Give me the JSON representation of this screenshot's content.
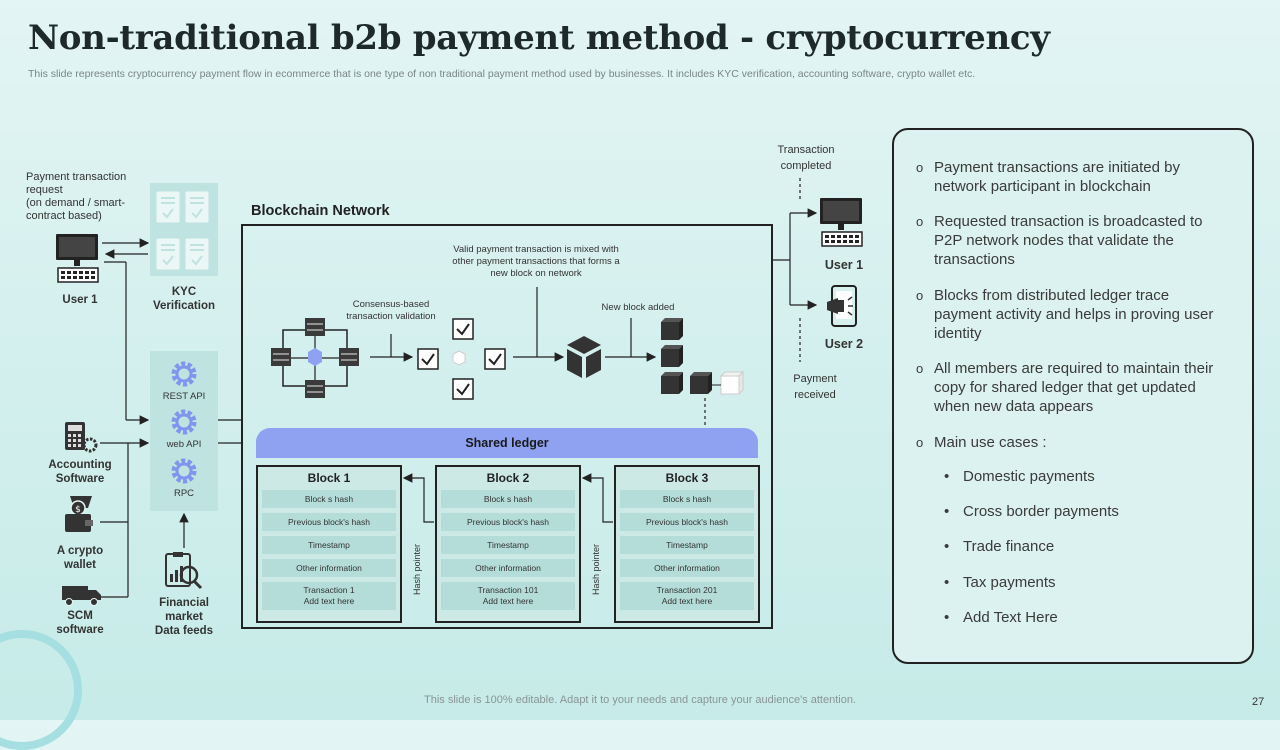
{
  "title": "Non-traditional b2b payment method - cryptocurrency",
  "subtitle": "This slide represents cryptocurrency payment flow in ecommerce that is one type of non traditional payment method used by businesses. It includes KYC verification, accounting software, crypto wallet etc.",
  "left": {
    "request_lines": [
      "Payment transaction",
      "request",
      "(on demand / smart-",
      "contract based)"
    ],
    "user1": "User 1",
    "kyc": [
      "KYC",
      "Verification"
    ],
    "rest_api": "REST API",
    "web_api": "web API",
    "rpc": "RPC",
    "accounting": [
      "Accounting",
      "Software"
    ],
    "wallet": [
      "A crypto",
      "wallet"
    ],
    "scm": [
      "SCM",
      "software"
    ],
    "financial": [
      "Financial",
      "market",
      "Data feeds"
    ]
  },
  "network": {
    "title": "Blockchain Network",
    "consensus": [
      "Consensus-based",
      "transaction validation"
    ],
    "mixed": [
      "Valid payment transaction is mixed  with",
      "other payment transactions  that forms a",
      "new block on network"
    ],
    "new_block": "New block added",
    "shared_ledger": "Shared ledger",
    "hash_pointer": "Hash pointer",
    "blocks": [
      {
        "title": "Block 1",
        "rows": [
          "Block s hash",
          "Previous block's hash",
          "Timestamp",
          "Other information"
        ],
        "tx": [
          "Transaction 1",
          "Add text here"
        ]
      },
      {
        "title": "Block 2",
        "rows": [
          "Block s hash",
          "Previous block's hash",
          "Timestamp",
          "Other information"
        ],
        "tx": [
          "Transaction 101",
          "Add text here"
        ]
      },
      {
        "title": "Block 3",
        "rows": [
          "Block s hash",
          "Previous block's hash",
          "Timestamp",
          "Other information"
        ],
        "tx": [
          "Transaction 201",
          "Add text here"
        ]
      }
    ]
  },
  "right_side": {
    "completed": [
      "Transaction",
      "completed"
    ],
    "user1": "User 1",
    "user2": "User 2",
    "received": [
      "Payment",
      "received"
    ]
  },
  "panel": {
    "bullets": [
      [
        "Payment transactions  are initiated by",
        "network participant in blockchain"
      ],
      [
        "Requested transaction  is broadcasted to",
        "P2P network nodes that validate the",
        "transactions"
      ],
      [
        "Blocks from distributed ledger trace",
        "payment activity and helps in proving user",
        "identity"
      ],
      [
        "All members are required to maintain their",
        "copy for shared ledger that get updated",
        "when new data appears"
      ],
      [
        "Main use cases :"
      ]
    ],
    "use_cases": [
      "Domestic payments",
      "Cross border payments",
      "Trade finance",
      "Tax payments",
      "Add Text Here"
    ]
  },
  "footer": "This slide is 100% editable. Adapt it to your needs and capture your audience's attention.",
  "page_number": "27",
  "colors": {
    "accent": "#8fa2f2",
    "panel": "#bfe3e0",
    "gear": "#7f96ee",
    "dark": "#222222"
  }
}
